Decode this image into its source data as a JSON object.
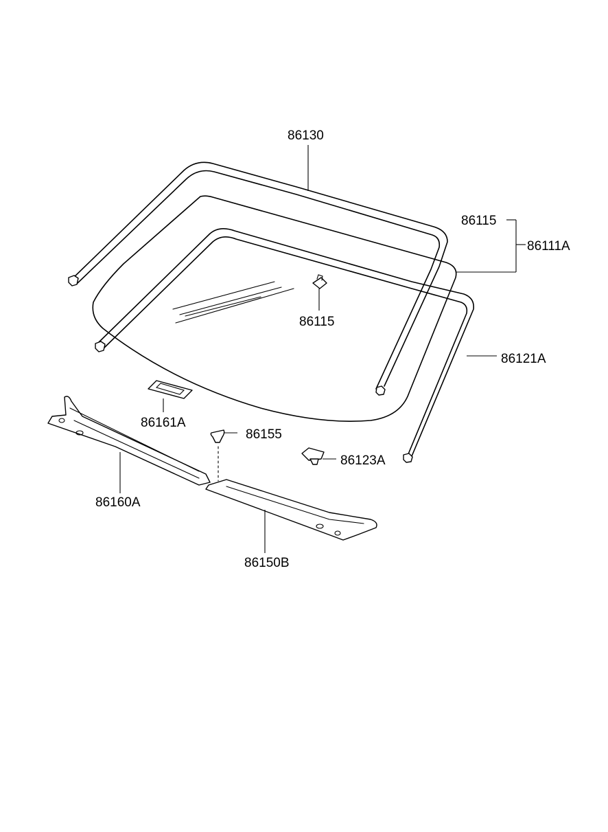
{
  "labels": {
    "p86130": "86130",
    "p86115_top": "86115",
    "p86111A": "86111A",
    "p86115_clip": "86115",
    "p86121A": "86121A",
    "p86161A": "86161A",
    "p86155": "86155",
    "p86123A": "86123A",
    "p86160A": "86160A",
    "p86150B": "86150B"
  }
}
